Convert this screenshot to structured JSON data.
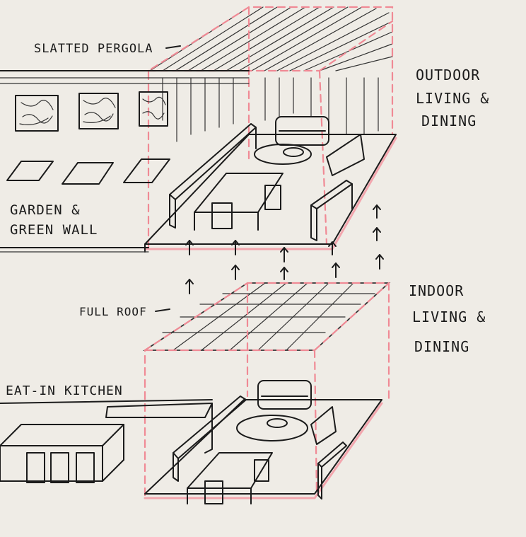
{
  "labels": {
    "slatted_pergola": "SLATTED PERGOLA",
    "outdoor_1": "OUTDOOR",
    "outdoor_2": "LIVING &",
    "outdoor_3": "DINING",
    "garden_1": "GARDEN &",
    "garden_2": "GREEN WALL",
    "indoor_1": "INDOOR",
    "indoor_2": "LIVING &",
    "indoor_3": "DINING",
    "full_roof": "FULL ROOF",
    "eat_in_kitchen": "EAT-IN KITCHEN"
  },
  "colors": {
    "paper": "#efece6",
    "ink": "#1b1b1b",
    "highlight": "#f08a95"
  }
}
